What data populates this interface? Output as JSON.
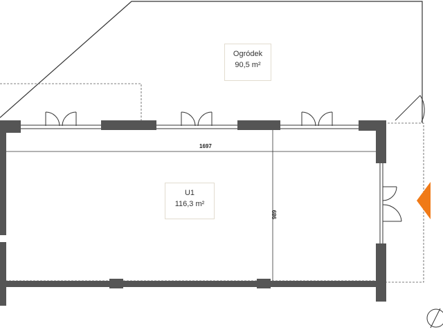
{
  "rooms": {
    "garden": {
      "name": "Ogródek",
      "area": "90,5 m²"
    },
    "unit": {
      "name": "U1",
      "area": "116,3 m²"
    }
  },
  "dimensions": {
    "width": "1697",
    "height": "989"
  },
  "colors": {
    "wall": "#555555",
    "line": "#333333",
    "dashed": "#555555",
    "label_border": "#e2dccf",
    "entrance_marker": "#f07a17"
  },
  "icons": {
    "entrance": "entrance-arrow-icon",
    "compass": "compass-icon"
  }
}
